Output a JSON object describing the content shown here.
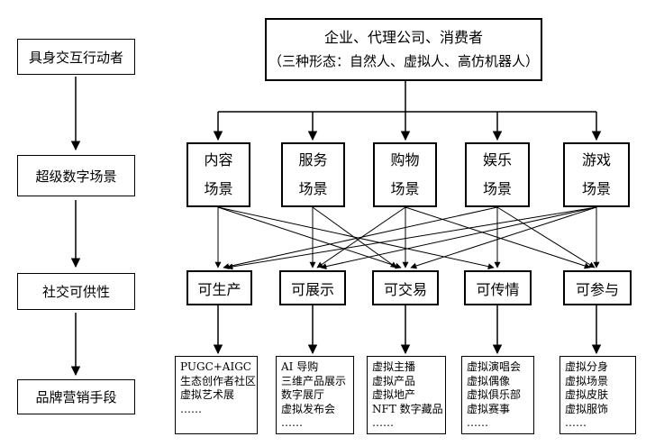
{
  "left_column": [
    "具身交互行动者",
    "超级数字场景",
    "社交可供性",
    "品牌营销手段"
  ],
  "top_box": {
    "line1": "企业、代理公司、消费者",
    "line2": "（三种形态：自然人、虚拟人、高仿机器人）"
  },
  "scenes": [
    {
      "name": "内容",
      "suffix": "场景"
    },
    {
      "name": "服务",
      "suffix": "场景"
    },
    {
      "name": "购物",
      "suffix": "场景"
    },
    {
      "name": "娱乐",
      "suffix": "场景"
    },
    {
      "name": "游戏",
      "suffix": "场景"
    }
  ],
  "affordances": [
    "可生产",
    "可展示",
    "可交易",
    "可传情",
    "可参与"
  ],
  "marketing": [
    [
      "PUGC+AIGC",
      "生态创作者社区",
      "虚拟艺术展",
      "……"
    ],
    [
      "AI 导购",
      "三维产品展示",
      "数字展厅",
      "虚拟发布会",
      "……"
    ],
    [
      "虚拟主播",
      "虚拟产品",
      "虚拟地产",
      "NFT 数字藏品",
      "……"
    ],
    [
      "虚拟演唱会",
      "虚拟偶像",
      "虚拟俱乐部",
      "虚拟赛事",
      "……"
    ],
    [
      "虚拟分身",
      "虚拟场景",
      "虚拟皮肤",
      "虚拟服饰",
      "……"
    ]
  ]
}
